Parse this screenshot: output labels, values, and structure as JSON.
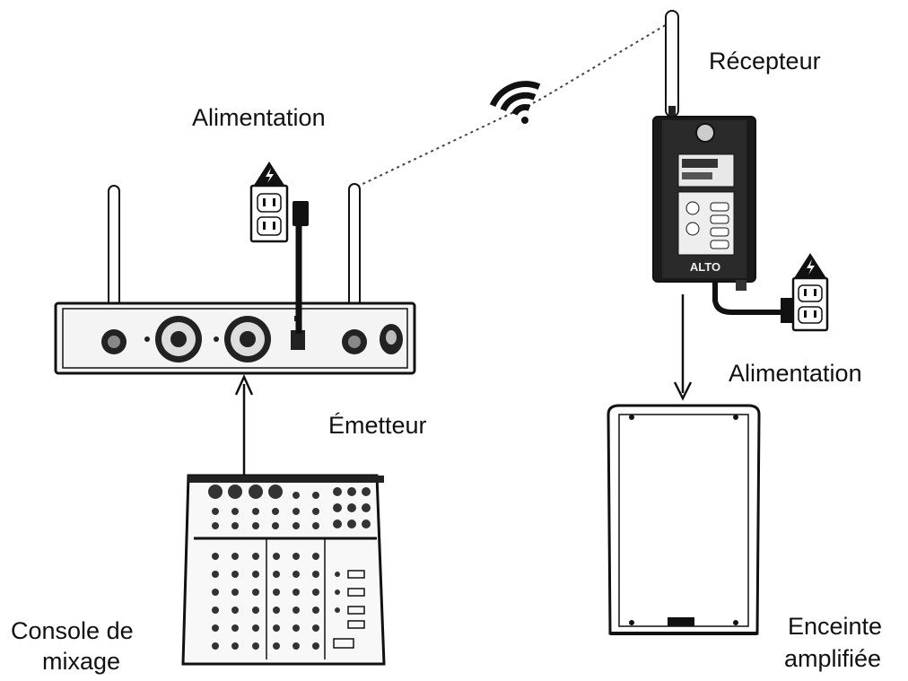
{
  "labels": {
    "alimentation_top": "Alimentation",
    "recepteur": "Récepteur",
    "emetteur": "Émetteur",
    "alimentation_right": "Alimentation",
    "console": [
      "Console de",
      "mixage"
    ],
    "enceinte": [
      "Enceinte",
      "amplifiée"
    ]
  },
  "receiver": {
    "brand": "ALTO"
  },
  "colors": {
    "line": "#111111",
    "background": "#ffffff",
    "device_dark": "#1a1a1a"
  },
  "icons": [
    "wifi-icon",
    "electric-warning-icon",
    "power-outlet-icon",
    "arrow-up-icon",
    "arrow-down-icon"
  ]
}
